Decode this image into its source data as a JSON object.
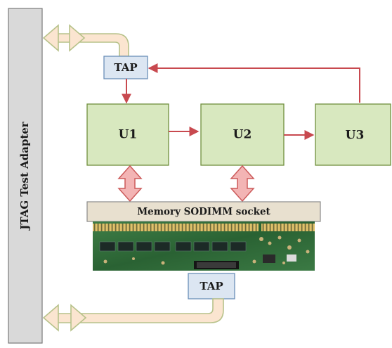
{
  "adapter": {
    "label": "JTAG  Test  Adapter"
  },
  "tap_top": {
    "label": "TAP"
  },
  "tap_bottom": {
    "label": "TAP"
  },
  "units": [
    {
      "label": "U1"
    },
    {
      "label": "U2"
    },
    {
      "label": "U3"
    }
  ],
  "socket": {
    "label": "Memory  SODIMM  socket"
  },
  "colors": {
    "adapter_fill": "#d9d9d9",
    "unit_fill": "#d8e8bf",
    "unit_border": "#6f8f3c",
    "tap_fill": "#dce6f2",
    "tap_border": "#6b8fb8",
    "socket_fill": "#e8e0cf",
    "arrow_red": "#c8494f",
    "bus_arrow_fill": "#f3b4b4",
    "bus_arrow_stroke": "#cc5a5a",
    "jtag_arrow_fill": "#fbe5d0",
    "jtag_arrow_stroke": "#b7c28a",
    "pcb_green": "#2f6b3a"
  },
  "icons": [
    "pcb-memory-module-image"
  ]
}
